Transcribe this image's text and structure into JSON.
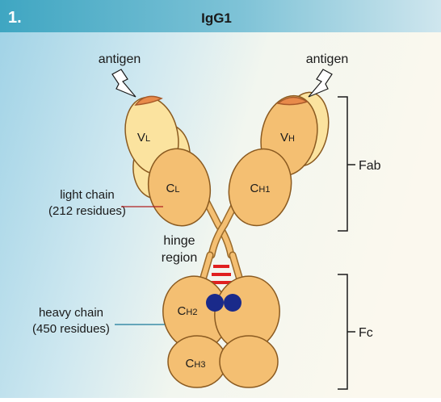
{
  "header": {
    "number": "1.",
    "title": "IgG1"
  },
  "labels": {
    "antigen_left": "antigen",
    "antigen_right": "antigen",
    "light_chain_line1": "light chain",
    "light_chain_line2": "(212 residues)",
    "hinge_line1": "hinge",
    "hinge_line2": "region",
    "heavy_chain_line1": "heavy chain",
    "heavy_chain_line2": "(450 residues)",
    "fab": "Fab",
    "fc": "Fc"
  },
  "domains": {
    "vl": {
      "main": "V",
      "sub": "L"
    },
    "cl": {
      "main": "C",
      "sub": "L"
    },
    "vh": {
      "main": "V",
      "sub": "H"
    },
    "ch1": {
      "main": "C",
      "sub": "H1"
    },
    "ch2": {
      "main": "C",
      "sub": "H2"
    },
    "ch3": {
      "main": "C",
      "sub": "H3"
    }
  },
  "colors": {
    "header_band": "#3aa3bf",
    "background_blue": "#a6d6e8",
    "heavy_chain_fill": "#f4bf72",
    "light_chain_fill": "#fbe39f",
    "antigen_site": "#e88a4a",
    "disulfide_red": "#e02020",
    "carbohydrate_blue": "#1a2a8a"
  }
}
